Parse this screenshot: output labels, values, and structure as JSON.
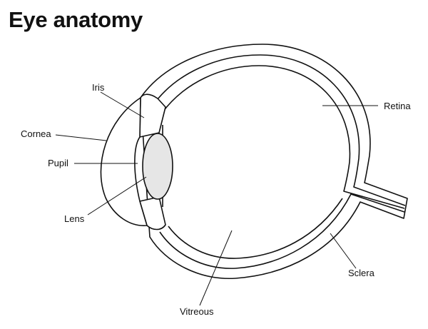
{
  "title": "Eye anatomy",
  "labels": {
    "iris": "Iris",
    "cornea": "Cornea",
    "pupil": "Pupil",
    "lens": "Lens",
    "retina": "Retina",
    "sclera": "Sclera",
    "vitreous": "Vitreous"
  },
  "colors": {
    "stroke": "#111111",
    "lens_fill": "#e6e6e6",
    "background": "#ffffff"
  }
}
